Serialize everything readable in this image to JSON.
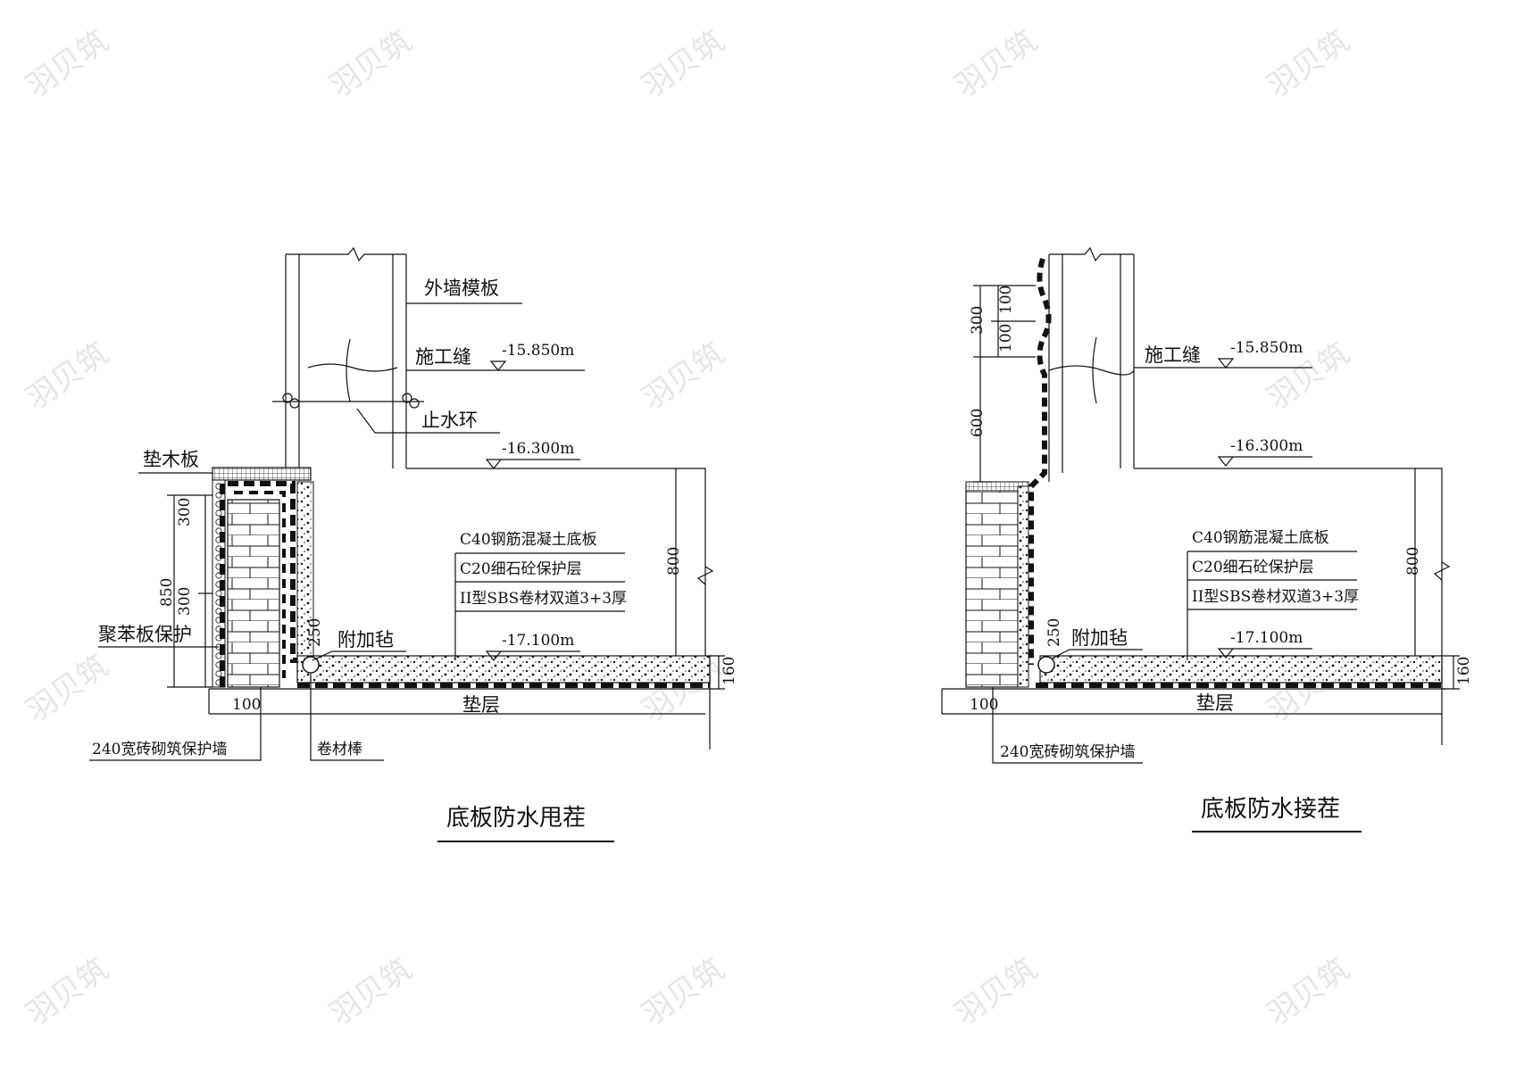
{
  "colors": {
    "line": "#111111",
    "background": "#ffffff",
    "watermark": "#e6e6e6"
  },
  "left": {
    "title": "底板防水甩茬",
    "labels": {
      "wall_formwork": "外墙模板",
      "construction_joint": "施工缝",
      "water_stop_ring": "止水环",
      "wood_pad": "垫木板",
      "polystyrene": "聚苯板保护",
      "extra_felt": "附加毡",
      "cushion": "垫层",
      "brick_wall": "240宽砖砌筑保护墙",
      "roll_rod": "卷材棒"
    },
    "elevations": {
      "joint": "-15.850m",
      "top": "-16.300m",
      "bottom": "-17.100m"
    },
    "layers": [
      "C40钢筋混凝土底板",
      "C20细石砼保护层",
      "II型SBS卷材双道3+3厚"
    ],
    "dims": {
      "d300a": "300",
      "d300b": "300",
      "d850": "850",
      "d250": "250",
      "d800": "800",
      "d160": "160",
      "d100": "100"
    }
  },
  "right": {
    "title": "底板防水接茬",
    "labels": {
      "construction_joint": "施工缝",
      "extra_felt": "附加毡",
      "cushion": "垫层",
      "brick_wall": "240宽砖砌筑保护墙"
    },
    "elevations": {
      "joint": "-15.850m",
      "top": "-16.300m",
      "bottom": "-17.100m"
    },
    "layers": [
      "C40钢筋混凝土底板",
      "C20细石砼保护层",
      "II型SBS卷材双道3+3厚"
    ],
    "dims": {
      "d300": "300",
      "d100a": "100",
      "d100b": "100",
      "d600": "600",
      "d250": "250",
      "d800": "800",
      "d160": "160",
      "d100": "100"
    }
  },
  "watermark": "羽贝筑"
}
